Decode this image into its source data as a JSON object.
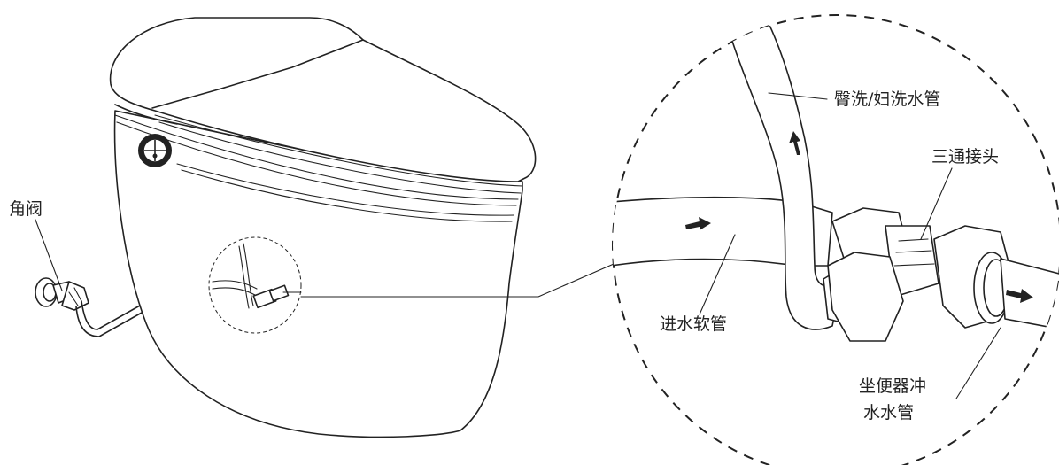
{
  "labels": {
    "angle_valve": "角阀",
    "bidet_pipe": "臀洗/妇洗水管",
    "tee_joint": "三通接头",
    "inlet_hose": "进水软管",
    "flush_pipe_line1": "坐便器冲",
    "flush_pipe_line2": "水水管"
  },
  "colors": {
    "line": "#222222",
    "background": "#ffffff"
  }
}
